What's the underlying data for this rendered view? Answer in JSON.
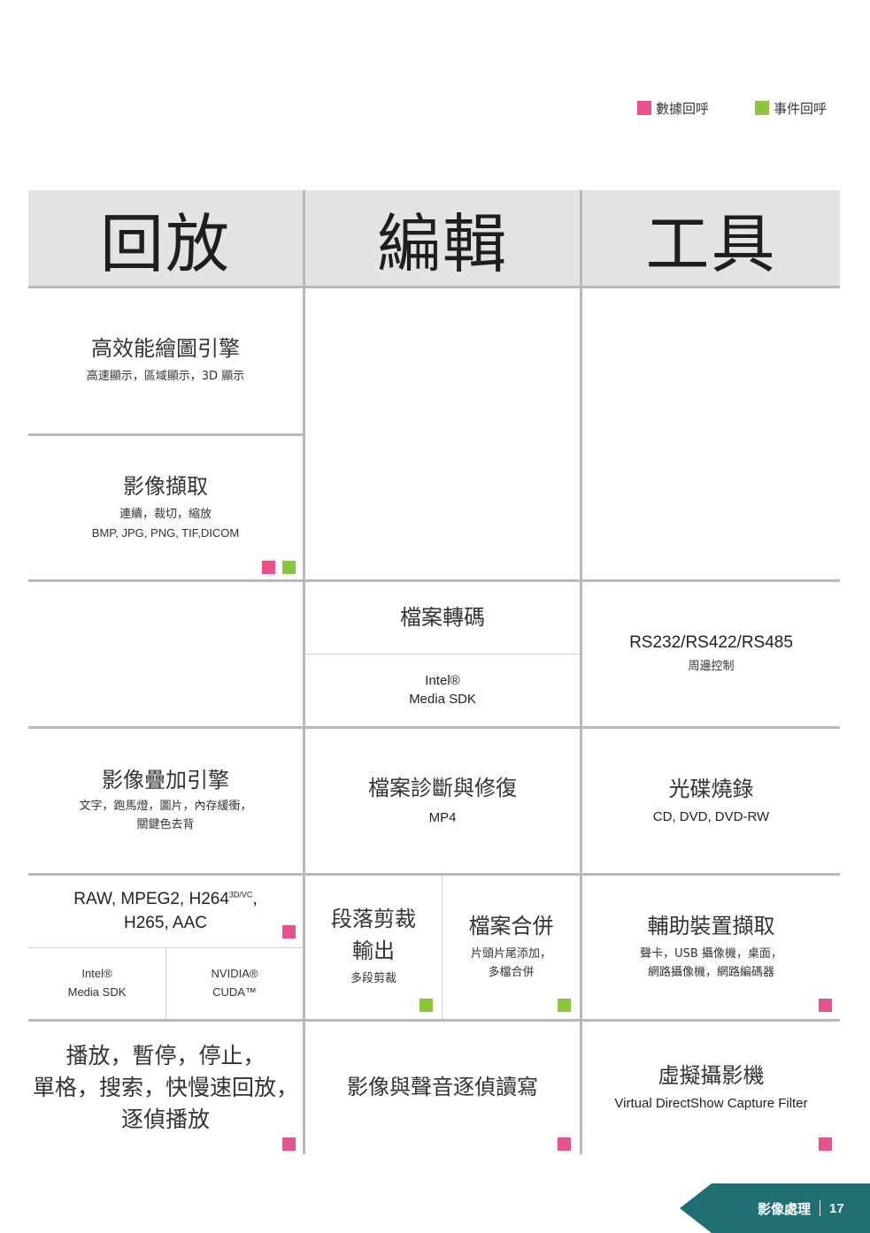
{
  "legend": [
    {
      "label": "數據回呼",
      "color": "#e8508e"
    },
    {
      "label": "事件回呼",
      "color": "#8cc63e"
    }
  ],
  "headers": [
    "回放",
    "編輯",
    "工具"
  ],
  "cells": {
    "render_engine": {
      "title": "高效能繪圖引擎",
      "sub": "高速顯示，區域顯示，3D 顯示"
    },
    "image_capture": {
      "title": "影像擷取",
      "sub1": "連續，裁切，縮放",
      "sub2": "BMP, JPG, PNG, TIF,DICOM"
    },
    "transcode": {
      "title": "檔案轉碼",
      "sdk_line1": "Intel®",
      "sdk_line2": "Media SDK"
    },
    "serial": {
      "title": "RS232/RS422/RS485",
      "sub": "周邊控制"
    },
    "overlay": {
      "title": "影像疊加引擎",
      "sub1": "文字，跑馬燈，圖片，內存緩衝，",
      "sub2": "關鍵色去背"
    },
    "repair": {
      "title": "檔案診斷與修復",
      "sub": "MP4"
    },
    "disc": {
      "title": "光碟燒錄",
      "sub": "CD, DVD, DVD-RW"
    },
    "codec": {
      "line1": "RAW, MPEG2, H264",
      "sup": "3D/VC",
      "line1_end": ",",
      "line2": "H265, AAC",
      "intel_l1": "Intel®",
      "intel_l2": "Media SDK",
      "nvidia_l1": "NVIDIA®",
      "nvidia_l2": "CUDA™"
    },
    "segment": {
      "title1": "段落剪裁",
      "title2": "輸出",
      "sub": "多段剪裁"
    },
    "merge": {
      "title": "檔案合併",
      "sub1": "片頭片尾添加，",
      "sub2": "多檔合併"
    },
    "aux": {
      "title": "輔助裝置擷取",
      "sub1": "聲卡，USB 攝像機，桌面，",
      "sub2": "網路攝像機，網路編碼器"
    },
    "playback": {
      "line1": "播放，暫停，停止，",
      "line2": "單格，搜索，快慢速回放，",
      "line3": "逐偵播放"
    },
    "frame_rw": {
      "title": "影像與聲音逐偵讀寫"
    },
    "virtual_cam": {
      "title": "虛擬攝影機",
      "sub": "Virtual DirectShow Capture Filter"
    }
  },
  "footer": {
    "section": "影像處理",
    "page": "17",
    "color": "#1f6f72"
  }
}
